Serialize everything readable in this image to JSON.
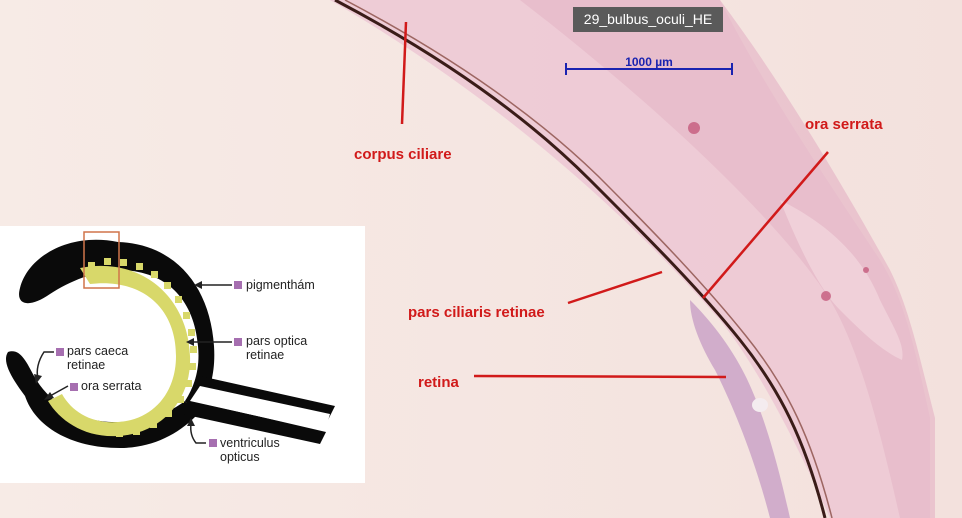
{
  "image": {
    "title": "29_bulbus_oculi_HE",
    "scale_bar_label": "1000 µm",
    "labels": {
      "corpus_ciliare": "corpus ciliare",
      "ora_serrata": "ora serrata",
      "pars_ciliaris_retinae": "pars ciliaris retinae",
      "retina": "retina"
    },
    "colors": {
      "label_red": "#d11a1a",
      "scale_blue": "#1a23b0",
      "tissue_pink": "#e8b9c9",
      "background": "#f6e8e4"
    }
  },
  "inset": {
    "labels": {
      "pigmenthám": "pigmenthám",
      "pars_optica_1": "pars optica",
      "pars_optica_2": "retinae",
      "pars_caeca_1": "pars caeca",
      "pars_caeca_2": "retinae",
      "ora_serrata": "ora serrata",
      "ventriculus_1": "ventriculus",
      "ventriculus_2": "opticus"
    },
    "colors": {
      "cup": "#0a0a0a",
      "retina_yellow": "#d8d86a",
      "marker": "#a66fb0"
    }
  }
}
